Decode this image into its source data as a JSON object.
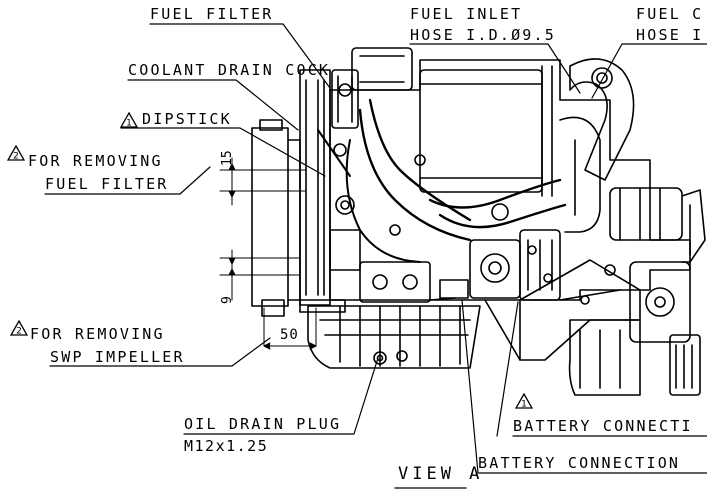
{
  "labels": {
    "fuel_filter": "FUEL FILTER",
    "fuel_inlet_line1": "FUEL INLET",
    "fuel_inlet_line2": "HOSE I.D.Ø9.5",
    "fuel_c_line1": "FUEL C",
    "fuel_c_line2": "HOSE I",
    "coolant_drain_cock": "COOLANT DRAIN COCK",
    "dipstick": "DIPSTICK",
    "for_removing_1": "FOR REMOVING",
    "fuel_filter_2": "FUEL FILTER",
    "for_removing_2": "FOR REMOVING",
    "swp_impeller": "SWP IMPELLER",
    "oil_drain_plug": "OIL DRAIN PLUG",
    "oil_drain_spec": "M12x1.25",
    "battery_connection_1": "BATTERY CONNECTI",
    "battery_connection_2": "BATTERY CONNECTION",
    "view": "VIEW A"
  },
  "dimensions": {
    "dim_15": "15",
    "dim_9": "9",
    "dim_50": "50"
  },
  "badges": {
    "note_2": "2",
    "note_1": "1"
  },
  "colors": {
    "line": "#000000",
    "background": "#ffffff"
  }
}
